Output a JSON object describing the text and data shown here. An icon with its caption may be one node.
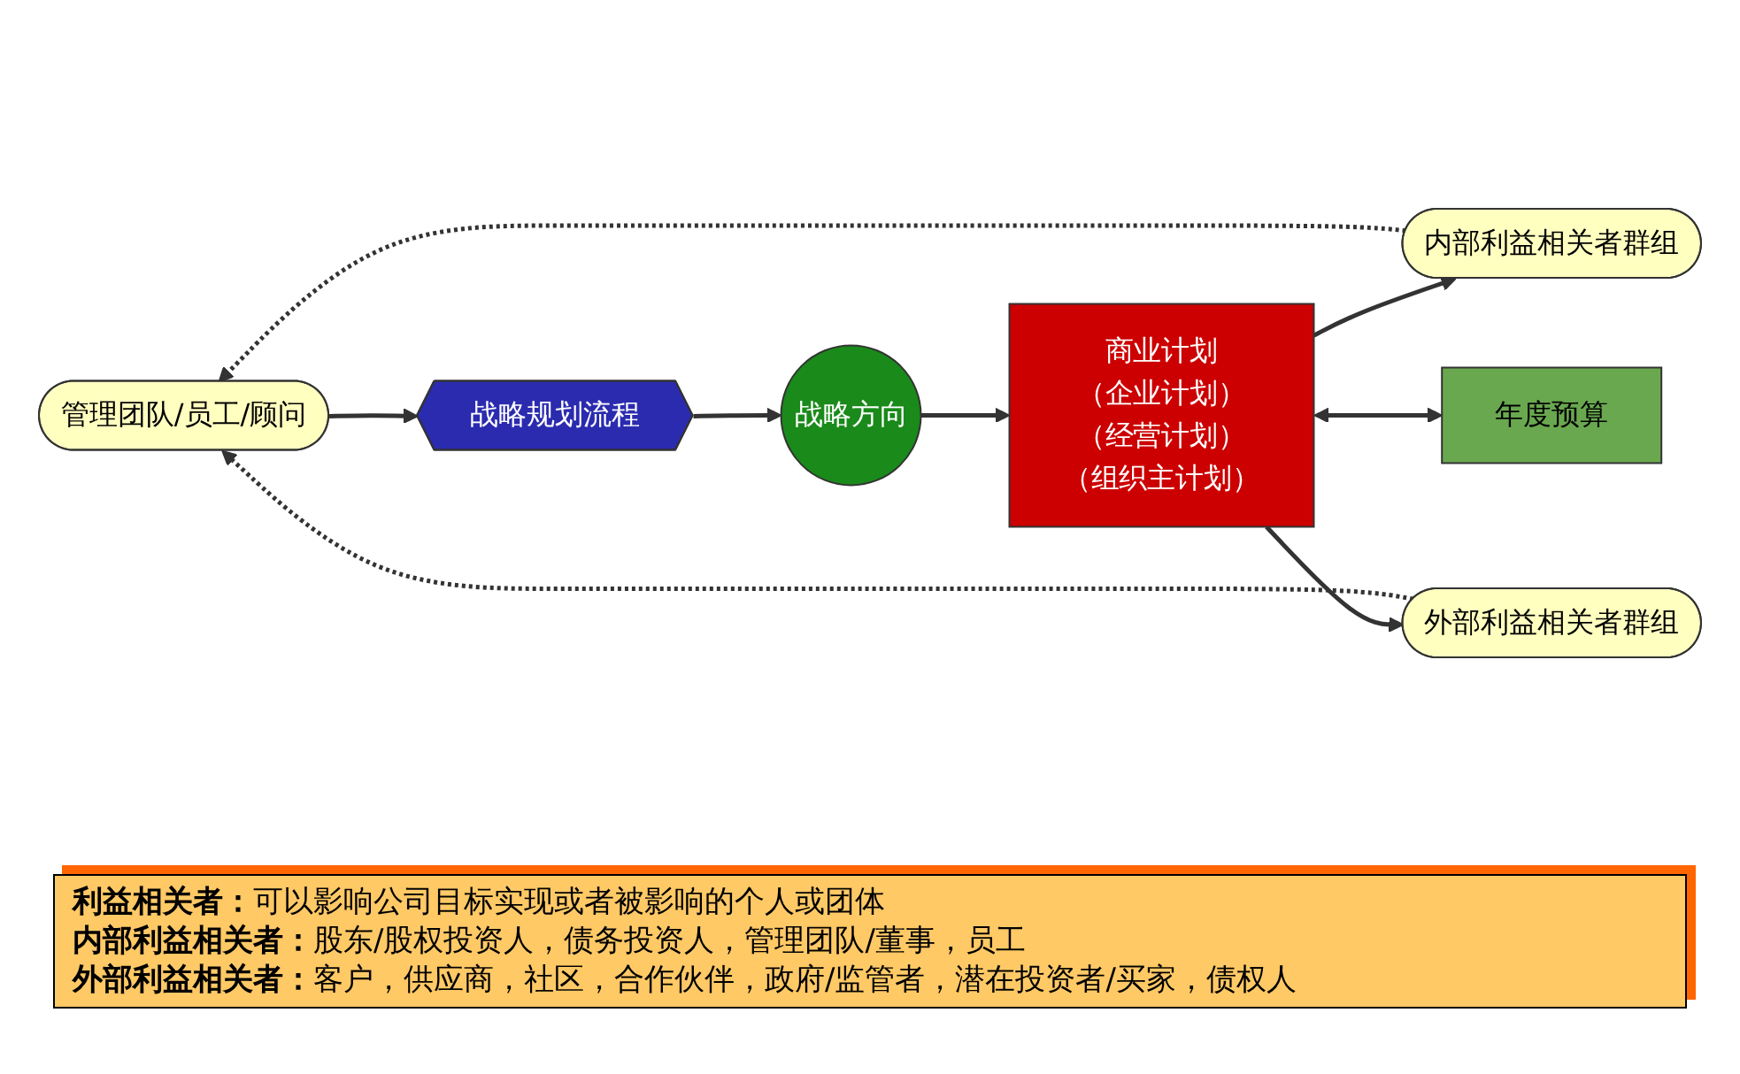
{
  "diagram": {
    "nodes": [
      {
        "text": [
          "管理团队/员工/顾问"
        ]
      },
      {
        "text": [
          "内部利益相关者群组"
        ]
      },
      {
        "text": [
          "战略规划流程"
        ]
      },
      {
        "text": [
          "战略方向"
        ]
      },
      {
        "text": [
          "商业计划",
          "（企业计划）",
          "（经营计划）",
          "（组织主计划）"
        ]
      },
      {
        "text": [
          "年度预算"
        ]
      },
      {
        "text": [
          "外部利益相关者群组"
        ]
      }
    ],
    "edges": [
      {
        "from": 1,
        "to": 0,
        "arrow": "to",
        "style": "dashed"
      },
      {
        "from": 0,
        "to": 2,
        "arrow": "to"
      },
      {
        "from": 2,
        "to": 3,
        "arrow": "to"
      },
      {
        "from": 3,
        "to": 4,
        "arrow": "to"
      },
      {
        "from": 4,
        "to": 1,
        "arrow": "to"
      },
      {
        "from": 4,
        "to": 6,
        "arrow": "to"
      },
      {
        "from": 4,
        "to": 5,
        "arrow": "both"
      },
      {
        "from": 6,
        "to": 0,
        "arrow": "to",
        "style": "dashed"
      }
    ],
    "labels": [
      "**利益相关者：**可以影响公司目标实现或者被影响的个人或团体",
      "**内部利益相关者：**股东/股权投资人，债务投资人，管理团队/董事，员工",
      "**外部利益相关者：**客户，供应商，社区，合作伙伴，政府/监管者，潜在投资者/买家，债权人"
    ]
  }
}
